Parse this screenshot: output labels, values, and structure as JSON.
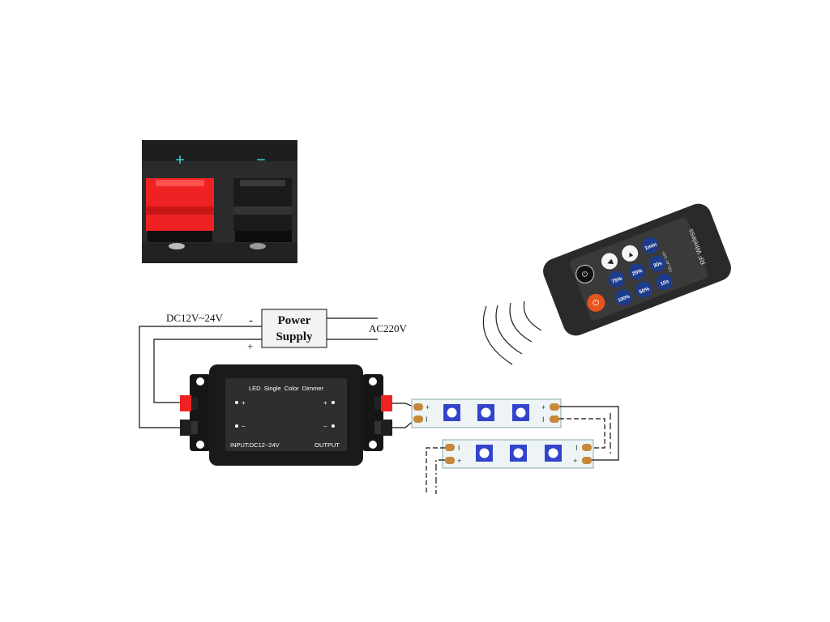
{
  "terminal_photo": {
    "plus_label": "+",
    "minus_label": "−",
    "colors": {
      "background": "#2a2a2a",
      "red_clip": "#ee2222",
      "black_clip": "#222222",
      "mark": "#33dddd"
    }
  },
  "power_supply": {
    "title_line1": "Power",
    "title_line2": "Supply",
    "input_label": "AC220V",
    "output_label": "DC12V~24V",
    "minus_mark": "-",
    "plus_mark": "+"
  },
  "dimmer": {
    "title": "LED  Single  Color  Dimmer",
    "input_label": "INPUT:DC12~24V",
    "output_label": "OUTPUT",
    "in_plus": "+",
    "in_minus": "−",
    "out_plus": "+",
    "out_minus": "−"
  },
  "led_strip_top": {
    "left_plus": "+",
    "left_minus": "I",
    "right_plus": "+",
    "right_minus": "I"
  },
  "led_strip_bottom": {
    "left_minus": "I",
    "left_plus": "+",
    "right_minus": "I",
    "right_plus": "+"
  },
  "remote": {
    "brand": "RF Wireless",
    "delay_label": "DELAY OFF",
    "buttons": [
      "75%",
      "25%",
      "30s",
      "100%",
      "50%",
      "10s",
      "1min"
    ],
    "colors": {
      "body": "#2a2a2a",
      "power": "#e8541c",
      "key": "#1e3c8c"
    }
  }
}
